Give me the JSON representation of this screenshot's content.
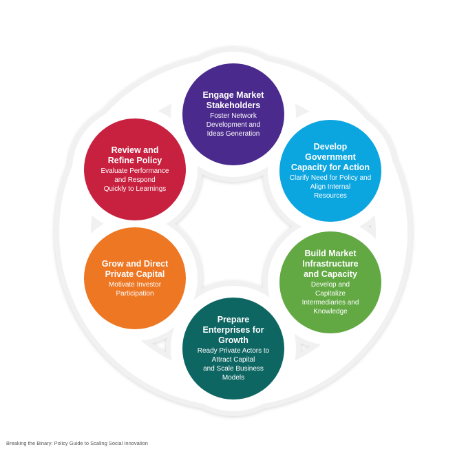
{
  "nodes": [
    {
      "title": "Engage Market\nStakeholders",
      "desc": "Foster Network\nDevelopment and\nIdeas Generation",
      "color": "#4a2a8c"
    },
    {
      "title": "Develop\nGovernment\nCapacity for Action",
      "desc": "Clarify Need for Policy and\nAlign Internal\nResources",
      "color": "#0ba5e0"
    },
    {
      "title": "Build Market\nInfrastructure\nand Capacity",
      "desc": "Develop and\nCapitalize\nIntermediaries and\nKnowledge",
      "color": "#62a943"
    },
    {
      "title": "Prepare\nEnterprises for\nGrowth",
      "desc": "Ready Private Actors to\nAttract Capital\nand Scale Business\nModels",
      "color": "#0e6663"
    },
    {
      "title": "Grow and Direct\nPrivate Capital",
      "desc": "Motivate Investor\nParticipation",
      "color": "#ed7723"
    },
    {
      "title": "Review and\nRefine Policy",
      "desc": "Evaluate Performance\nand Respond\nQuickly to Learnings",
      "color": "#c8213f"
    }
  ],
  "footer": {
    "text": "Breaking the Binary: Policy Guide to Scaling Social Innovation"
  }
}
